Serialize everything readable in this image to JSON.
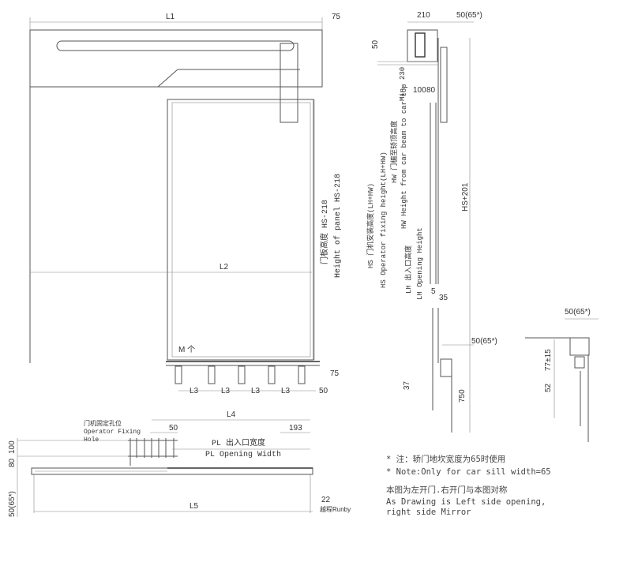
{
  "front_view": {
    "L1": "L1",
    "d75_top": "75",
    "L2": "L2",
    "panel_height_cn": "门板高度 HS-218",
    "panel_height_en": "Height of panel HS-218",
    "m_label": "M 个",
    "L3": [
      "L3",
      "L3",
      "L3",
      "L3"
    ],
    "d75_bottom": "75",
    "d50_bottom": "50"
  },
  "plan_view": {
    "L4": "L4",
    "d50": "50",
    "d193": "193",
    "fixing_hole_cn": "门机固定孔位",
    "fixing_hole_en_1": "Operator Fixing",
    "fixing_hole_en_2": "Hole",
    "pl_cn": "PL 出入口宽度",
    "pl_en": "PL Opening Width",
    "d80": "80",
    "d100": "100",
    "d50_65": "50(65*)",
    "L5": "L5",
    "d22": "22",
    "runby": "越程Runby"
  },
  "side_view": {
    "d210": "210",
    "d50_65": "50(65*)",
    "d50": "50",
    "d100": "100",
    "d80": "80",
    "min230": "Min. 230",
    "hw_cn": "HW 门楣至轿顶高度",
    "hw_en": "HW Height from car beam to car top",
    "hs_cn": "HS 门机安装高度(LH+HW)",
    "hs_en": "HS Operator fixing height(LH+HW)",
    "lh_cn": "LH 出入口高度",
    "lh_en": "LH Opening Height",
    "hs201": "HS+201",
    "d5": "5",
    "d35": "35",
    "d50_65b": "50(65*)",
    "d37": "37",
    "d750": "750"
  },
  "sill_detail": {
    "d50_65": "50(65*)",
    "d77": "77±15",
    "d52": "52"
  },
  "notes": {
    "note_cn": "* 注：轿门地坎宽度为65时使用",
    "note_en": "* Note:Only for car sill width=65",
    "mirror_cn": "本图为左开门.右开门与本图对称",
    "mirror_en_1": "As Drawing is Left side opening,",
    "mirror_en_2": "right side Mirror"
  }
}
